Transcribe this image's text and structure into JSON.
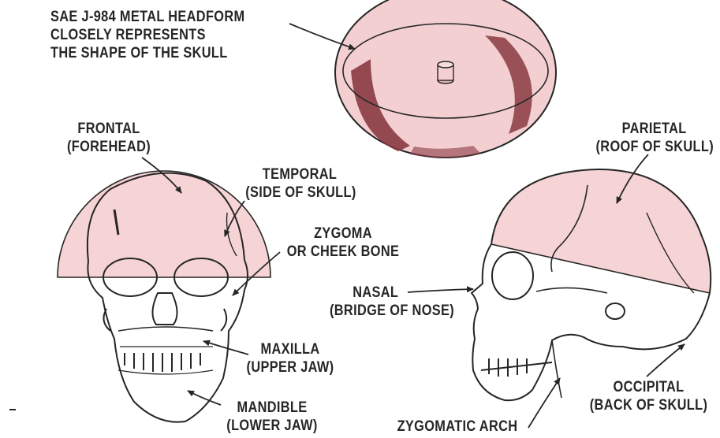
{
  "headform_caption": {
    "line1": "SAE J-984 METAL HEADFORM",
    "line2": "CLOSELY REPRESENTS",
    "line3": "THE SHAPE OF THE SKULL"
  },
  "labels": {
    "frontal": {
      "name": "FRONTAL",
      "desc": "(FOREHEAD)"
    },
    "temporal": {
      "name": "TEMPORAL",
      "desc": "(SIDE OF SKULL)"
    },
    "zygoma": {
      "name": "ZYGOMA",
      "desc": "OR CHEEK BONE"
    },
    "maxilla": {
      "name": "MAXILLA",
      "desc": "(UPPER JAW)"
    },
    "mandible": {
      "name": "MANDIBLE",
      "desc": "(LOWER JAW)"
    },
    "parietal": {
      "name": "PARIETAL",
      "desc": "(ROOF OF SKULL)"
    },
    "nasal": {
      "name": "NASAL",
      "desc": "(BRIDGE OF NOSE)"
    },
    "occipital": {
      "name": "OCCIPITAL",
      "desc": "(BACK OF SKULL)"
    },
    "zygomatic_arch": {
      "name": "ZYGOMATIC ARCH"
    }
  },
  "colors": {
    "headform_fill": "#f3cfd2",
    "headform_shade": "#8a3a42",
    "overlay_fill": "#f6d3d5",
    "ink": "#262626"
  }
}
